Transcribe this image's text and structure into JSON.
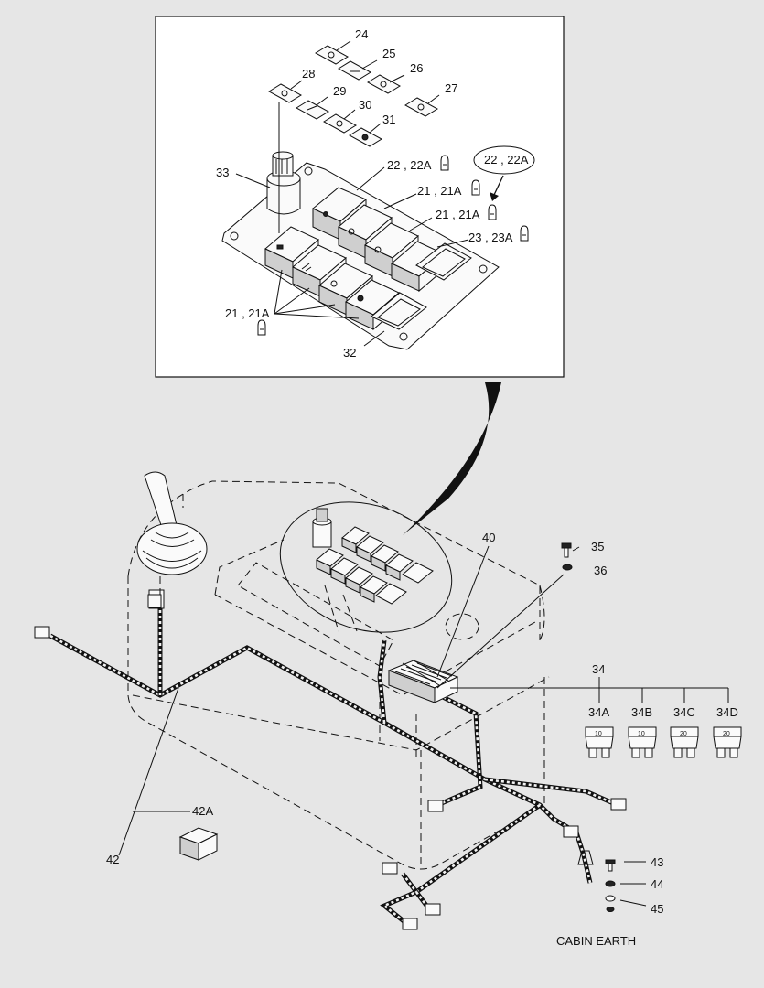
{
  "callouts": {
    "c24": "24",
    "c25": "25",
    "c26": "26",
    "c27": "27",
    "c28": "28",
    "c29": "29",
    "c30": "30",
    "c31": "31",
    "c33": "33",
    "c32": "32",
    "c22_22A": "22 , 22A",
    "c22_22A_oval": "22 , 22A",
    "c21_21A_a": "21 , 21A",
    "c21_21A_b": "21 , 21A",
    "c21_21A_c": "21 , 21A",
    "c23_23A": "23 , 23A",
    "c40": "40",
    "c35": "35",
    "c36": "36",
    "c34": "34",
    "c34A": "34A",
    "c34B": "34B",
    "c34C": "34C",
    "c34D": "34D",
    "c42": "42",
    "c42A": "42A",
    "c43": "43",
    "c44": "44",
    "c45": "45"
  },
  "labels": {
    "cabin_earth": "CABIN EARTH"
  },
  "fuse_ratings": [
    "10",
    "10",
    "20",
    "20"
  ]
}
